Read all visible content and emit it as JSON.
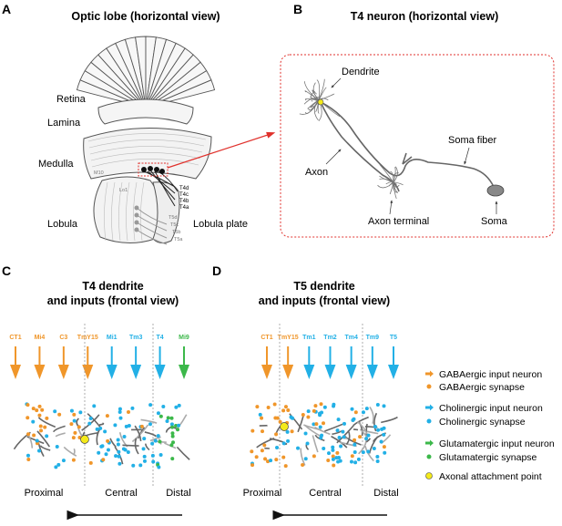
{
  "panels": {
    "a": {
      "letter": "A",
      "title": "Optic lobe (horizontal view)",
      "regions": {
        "retina": "Retina",
        "lamina": "Lamina",
        "medulla": "Medulla",
        "lobula": "Lobula",
        "lobula_plate": "Lobula plate"
      },
      "layer_labels": {
        "m10": "M10",
        "lo1": "Lo1"
      },
      "t4_labels": [
        "T4d",
        "T4c",
        "T4b",
        "T4a"
      ],
      "t5_labels": [
        "T5d",
        "T5c",
        "T5b",
        "T5a"
      ]
    },
    "b": {
      "letter": "B",
      "title": "T4 neuron (horizontal view)",
      "labels": {
        "dendrite": "Dendrite",
        "axon": "Axon",
        "soma_fiber": "Soma fiber",
        "axon_terminal": "Axon terminal",
        "soma": "Soma"
      }
    },
    "c": {
      "letter": "C",
      "title_line1": "T4 dendrite",
      "title_line2": "and inputs (frontal view)",
      "inputs": [
        {
          "name": "CT1",
          "type": "gaba"
        },
        {
          "name": "Mi4",
          "type": "gaba"
        },
        {
          "name": "C3",
          "type": "gaba"
        },
        {
          "name": "TmY15",
          "type": "gaba"
        },
        {
          "name": "Mi1",
          "type": "chol"
        },
        {
          "name": "Tm3",
          "type": "chol"
        },
        {
          "name": "T4",
          "type": "chol"
        },
        {
          "name": "Mi9",
          "type": "glut"
        }
      ],
      "regions": [
        "Proximal",
        "Central",
        "Distal"
      ]
    },
    "d": {
      "letter": "D",
      "title_line1": "T5 dendrite",
      "title_line2": "and inputs (frontal view)",
      "inputs": [
        {
          "name": "CT1",
          "type": "gaba"
        },
        {
          "name": "TmY15",
          "type": "gaba"
        },
        {
          "name": "Tm1",
          "type": "chol"
        },
        {
          "name": "Tm2",
          "type": "chol"
        },
        {
          "name": "Tm4",
          "type": "chol"
        },
        {
          "name": "Tm9",
          "type": "chol"
        },
        {
          "name": "T5",
          "type": "chol"
        }
      ],
      "regions": [
        "Proximal",
        "Central",
        "Distal"
      ]
    }
  },
  "legend": [
    {
      "label": "GABAergic input neuron",
      "shape": "arrow",
      "color": "#f0962a"
    },
    {
      "label": "GABAergic synapse",
      "shape": "dot",
      "color": "#f0962a"
    },
    {
      "label": "Cholinergic input neuron",
      "shape": "arrow",
      "color": "#22b0e6"
    },
    {
      "label": "Cholinergic synapse",
      "shape": "dot",
      "color": "#22b0e6"
    },
    {
      "label": "Glutamatergic input neuron",
      "shape": "arrow",
      "color": "#3cb84a"
    },
    {
      "label": "Glutamatergic synapse",
      "shape": "dot",
      "color": "#3cb84a"
    },
    {
      "label": "Axonal attachment point",
      "shape": "dot",
      "color": "#f4ea1a"
    }
  ],
  "colors": {
    "gaba": "#f0962a",
    "chol": "#22b0e6",
    "glut": "#3cb84a",
    "attach": "#f4ea1a",
    "highlight": "#e0312c",
    "neuron": "#555555"
  }
}
